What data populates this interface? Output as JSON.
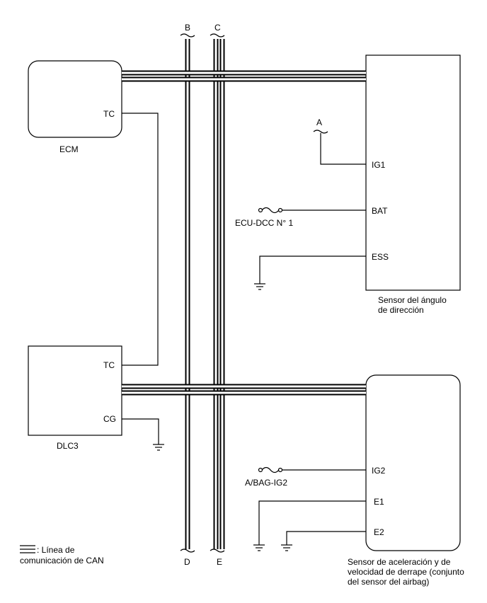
{
  "components": {
    "ecm": {
      "name": "ECM",
      "pins": {
        "tc": "TC"
      }
    },
    "dlc3": {
      "name": "DLC3",
      "pins": {
        "tc": "TC",
        "cg": "CG"
      }
    },
    "steering_sensor": {
      "name_line1": "Sensor del ángulo",
      "name_line2": "de dirección",
      "pins": {
        "ig1": "IG1",
        "bat": "BAT",
        "ess": "ESS"
      }
    },
    "yaw_sensor": {
      "name_line1": "Sensor de aceleración y de",
      "name_line2": "velocidad de derrape (conjunto",
      "name_line3": "del sensor del airbag)",
      "pins": {
        "ig2": "IG2",
        "e1": "E1",
        "e2": "E2"
      }
    }
  },
  "fuses": {
    "ecu_dcc": "ECU-DCC N° 1",
    "a_bag": "A/BAG-IG2"
  },
  "connectors": {
    "a": "A",
    "b": "B",
    "c": "C",
    "d": "D",
    "e": "E"
  },
  "legend": {
    "line1": ": Línea de",
    "line2": "comunicación de CAN"
  }
}
